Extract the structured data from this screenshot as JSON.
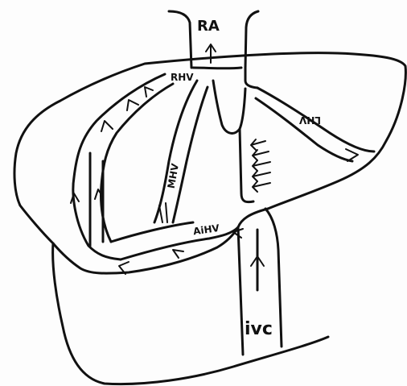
{
  "labels": {
    "ra": "RA",
    "rhv": "RHV",
    "lhv": "LHV",
    "mhv": "MHV",
    "aihv": "AiHV",
    "ivc": "ivc"
  },
  "colors": {
    "ink": "#111111",
    "paper": "#fdfdfd"
  }
}
